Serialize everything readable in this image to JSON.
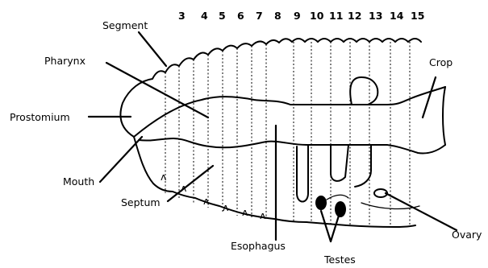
{
  "diagram": {
    "segment_numbers": [
      "3",
      "4",
      "5",
      "6",
      "7",
      "8",
      "9",
      "10",
      "11",
      "12",
      "13",
      "14",
      "15"
    ],
    "labels": {
      "segment": "Segment",
      "pharynx": "Pharynx",
      "prostomium": "Prostomium",
      "mouth": "Mouth",
      "septum": "Septum",
      "esophagus": "Esophagus",
      "testes": "Testes",
      "ovary": "Ovary",
      "crop": "Crop"
    }
  }
}
